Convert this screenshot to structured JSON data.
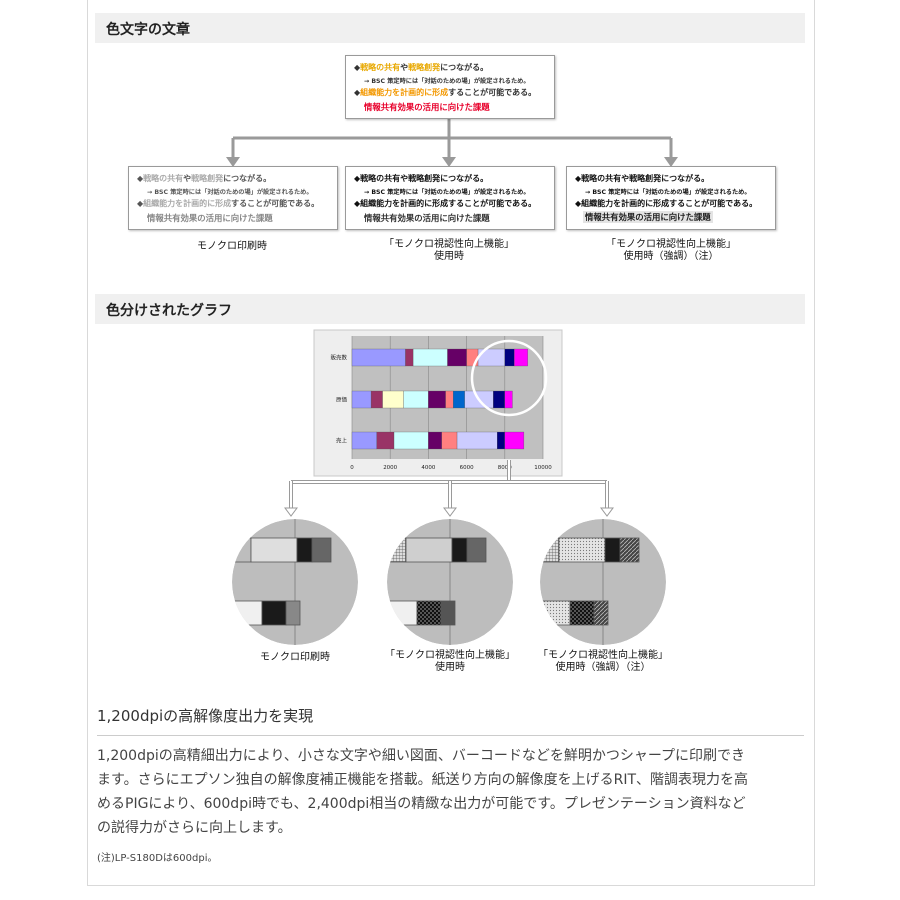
{
  "section1": {
    "title": "色文字の文章"
  },
  "section2": {
    "title": "色分けされたグラフ"
  },
  "text_sample": {
    "line1": {
      "prefix": "◆",
      "part_a": "戦略の共有",
      "mid": "や",
      "part_b": "戦略創発",
      "suffix": "につながる。"
    },
    "line2": "→ BSC 策定時には「対話のための場」が設定されるため。",
    "line3": {
      "prefix": "◆",
      "part_a": "組織能力を計画的に形成",
      "suffix": "することが可能である。"
    },
    "line4": "情報共有効果の活用に向けた課題"
  },
  "captions": {
    "mono": "モノクロ印刷時",
    "visibility_l1": "「モノクロ視認性向上機能」",
    "visibility_l2": "使用時",
    "emph_l1": "「モノクロ視認性向上機能」",
    "emph_l2": "使用時（強調）（注）"
  },
  "colors": {
    "gold": "#e8a800",
    "orange": "#f39800",
    "red": "#e8002b",
    "arrow_grey": "#9a9a9a"
  },
  "chart_data": {
    "type": "bar",
    "stacked": true,
    "orientation": "horizontal",
    "categories": [
      "販売数",
      "原価",
      "売上"
    ],
    "xlim": [
      0,
      10000
    ],
    "x_ticks": [
      "0",
      "2000",
      "4000",
      "6000",
      "8000",
      "10000"
    ],
    "grid": true,
    "series_colors": [
      "#9999ff",
      "#993366",
      "#ffffcc",
      "#ccffff",
      "#660066",
      "#ff8080",
      "#0066cc",
      "#ccccff",
      "#000080",
      "#ff00ff"
    ],
    "rows": [
      {
        "category": "販売数",
        "segments": [
          [
            0,
            2800,
            "#9999ff"
          ],
          [
            2800,
            3200,
            "#993366"
          ],
          [
            3200,
            5000,
            "#ccffff"
          ],
          [
            5000,
            6000,
            "#660066"
          ],
          [
            6000,
            6600,
            "#ff8080"
          ],
          [
            6600,
            8000,
            "#ccccff"
          ],
          [
            8000,
            8500,
            "#000080"
          ],
          [
            8500,
            9200,
            "#ff00ff"
          ]
        ]
      },
      {
        "category": "原価",
        "segments": [
          [
            0,
            1000,
            "#9999ff"
          ],
          [
            1000,
            1600,
            "#993366"
          ],
          [
            1600,
            2700,
            "#ffffcc"
          ],
          [
            2700,
            4000,
            "#ccffff"
          ],
          [
            4000,
            4900,
            "#660066"
          ],
          [
            4900,
            5300,
            "#ff8080"
          ],
          [
            5300,
            5900,
            "#0066cc"
          ],
          [
            5900,
            7400,
            "#ccccff"
          ],
          [
            7400,
            8000,
            "#000080"
          ],
          [
            8000,
            8400,
            "#ff00ff"
          ]
        ]
      },
      {
        "category": "売上",
        "segments": [
          [
            0,
            1300,
            "#9999ff"
          ],
          [
            1300,
            2200,
            "#993366"
          ],
          [
            2200,
            4000,
            "#ccffff"
          ],
          [
            4000,
            4700,
            "#660066"
          ],
          [
            4700,
            5500,
            "#ff8080"
          ],
          [
            5500,
            7600,
            "#ccccff"
          ],
          [
            7600,
            8000,
            "#000080"
          ],
          [
            8000,
            9000,
            "#ff00ff"
          ]
        ]
      }
    ]
  },
  "zoom_views": {
    "mono": {
      "top": [
        "#bdbdbd",
        "#dedede",
        "#1a1a1a",
        "#666666"
      ],
      "bottom": [
        "#f0f0f0",
        "#1a1a1a",
        "#888888"
      ]
    },
    "visibility": {
      "top": [
        "#dedede",
        "#cfcfcf",
        "#1a1a1a",
        "#666666"
      ],
      "bottom": [
        "#f0f0f0",
        "#2a2a2a",
        "#555555"
      ]
    },
    "emph": {
      "top": [
        "#d6d6d6",
        "#e0e0e0",
        "#1a1a1a",
        "#555555"
      ],
      "bottom": [
        "#e6e6e6",
        "#111111",
        "#444444"
      ]
    }
  },
  "heading": "1,200dpiの高解像度出力を実現",
  "paragraph": {
    "line1": "1,200dpiの高精細出力により、小さな文字や細い図面、バーコードなどを鮮明かつシャープに印刷でき",
    "line2": "ます。さらにエプソン独自の解像度補正機能を搭載。紙送り方向の解像度を上げるRIT、階調表現力を高",
    "line3": "めるPIGにより、600dpi時でも、2,400dpi相当の精緻な出力が可能です。プレゼンテーション資料など",
    "line4": "の説得力がさらに向上します。"
  },
  "note": "(注)LP-S180Dは600dpi。"
}
